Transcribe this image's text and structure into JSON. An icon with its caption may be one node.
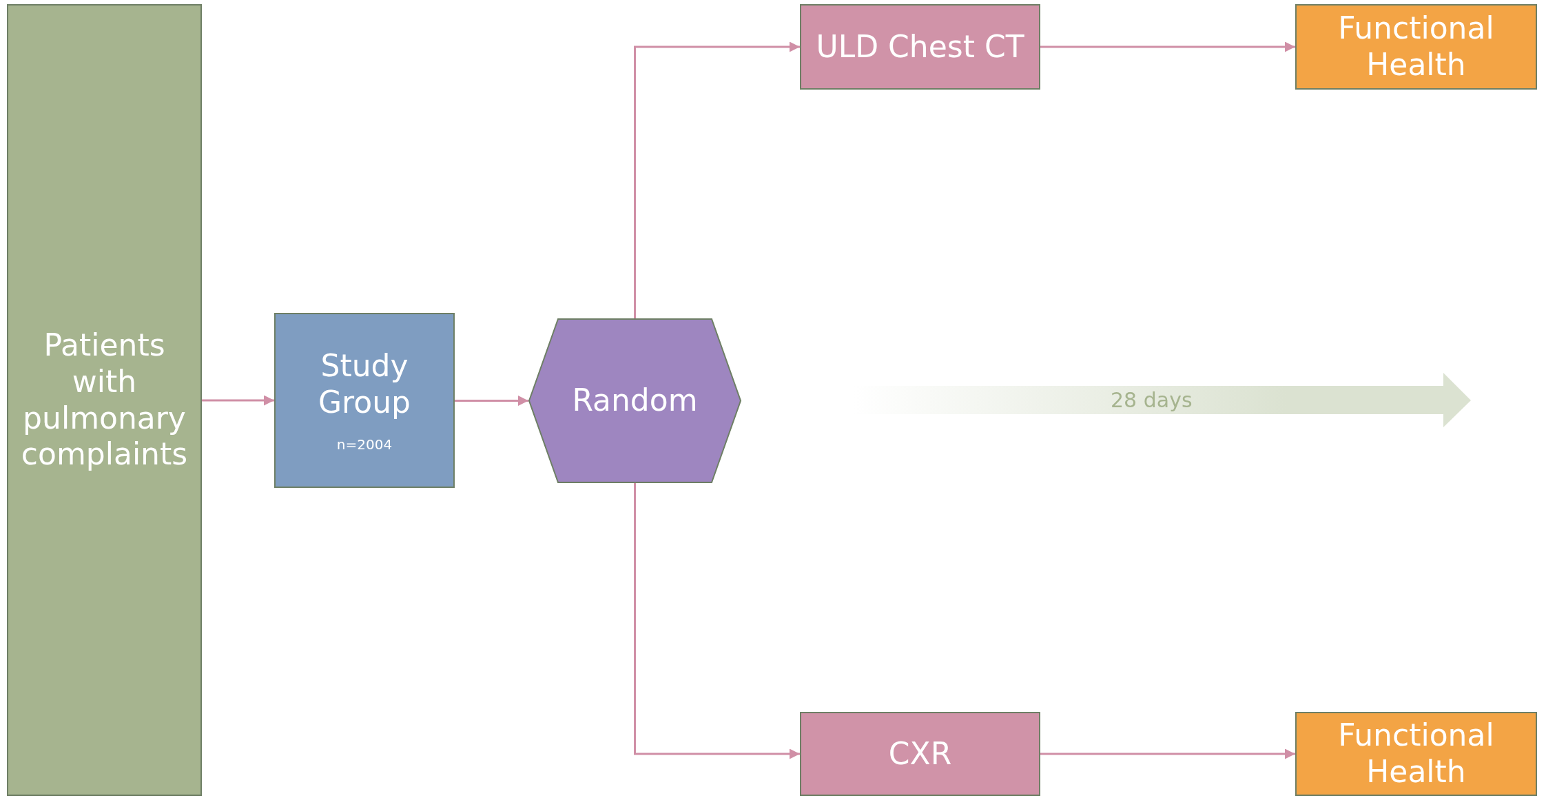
{
  "diagram": {
    "nodes": [
      {
        "text": [
          "Patients with pulmonary complaints"
        ]
      },
      {
        "text": [
          "Study Group",
          "n=2004"
        ]
      },
      {
        "text": [
          "Random"
        ]
      },
      {
        "text": [
          "ULD Chest CT"
        ]
      },
      {
        "text": [
          "Functional Health"
        ]
      },
      {
        "text": [
          "CXR"
        ]
      },
      {
        "text": [
          "Functional Health"
        ]
      }
    ],
    "edges": [
      {
        "from": 0,
        "to": 1,
        "arrow": "to"
      },
      {
        "from": 1,
        "to": 2,
        "arrow": "to"
      },
      {
        "from": 2,
        "to": 3,
        "arrow": "to"
      },
      {
        "from": 2,
        "to": 5,
        "arrow": "to"
      },
      {
        "from": 3,
        "to": 4,
        "arrow": "to"
      },
      {
        "from": 5,
        "to": 6,
        "arrow": "to"
      }
    ],
    "labels": [
      "28 days"
    ]
  }
}
